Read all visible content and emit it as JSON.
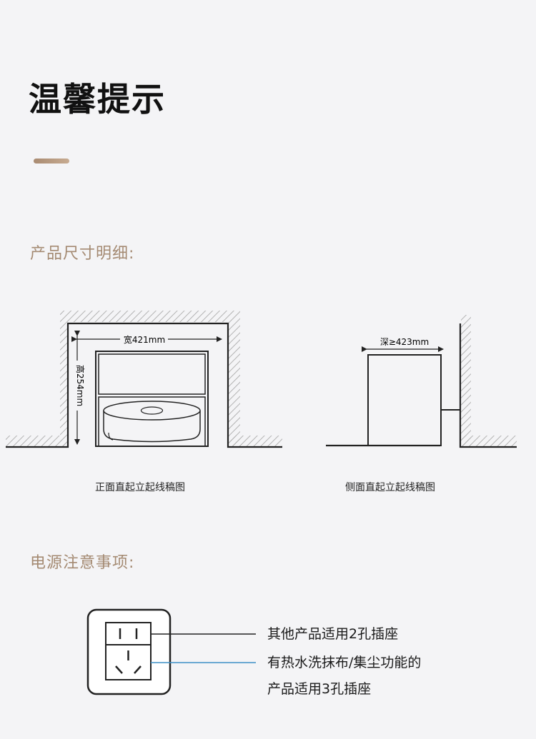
{
  "title": "温馨提示",
  "dimensions_section": {
    "heading": "产品尺寸明细:",
    "front": {
      "width_label": "宽421mm",
      "height_label": "高254mm",
      "caption": "正面直起立起线稿图"
    },
    "side": {
      "depth_label": "深≥423mm",
      "caption": "侧面直起立起线稿图"
    }
  },
  "power_section": {
    "heading": "电源注意事项:",
    "note_two_pin": "其他产品适用2孔插座",
    "note_three_pin_line1": "有热水洗抹布/集尘功能的",
    "note_three_pin_line2": "产品适用3孔插座"
  },
  "colors": {
    "background": "#f4f4f6",
    "accent": "#a48a72",
    "line_blue": "#3d8fc5",
    "line_dark": "#222222"
  }
}
